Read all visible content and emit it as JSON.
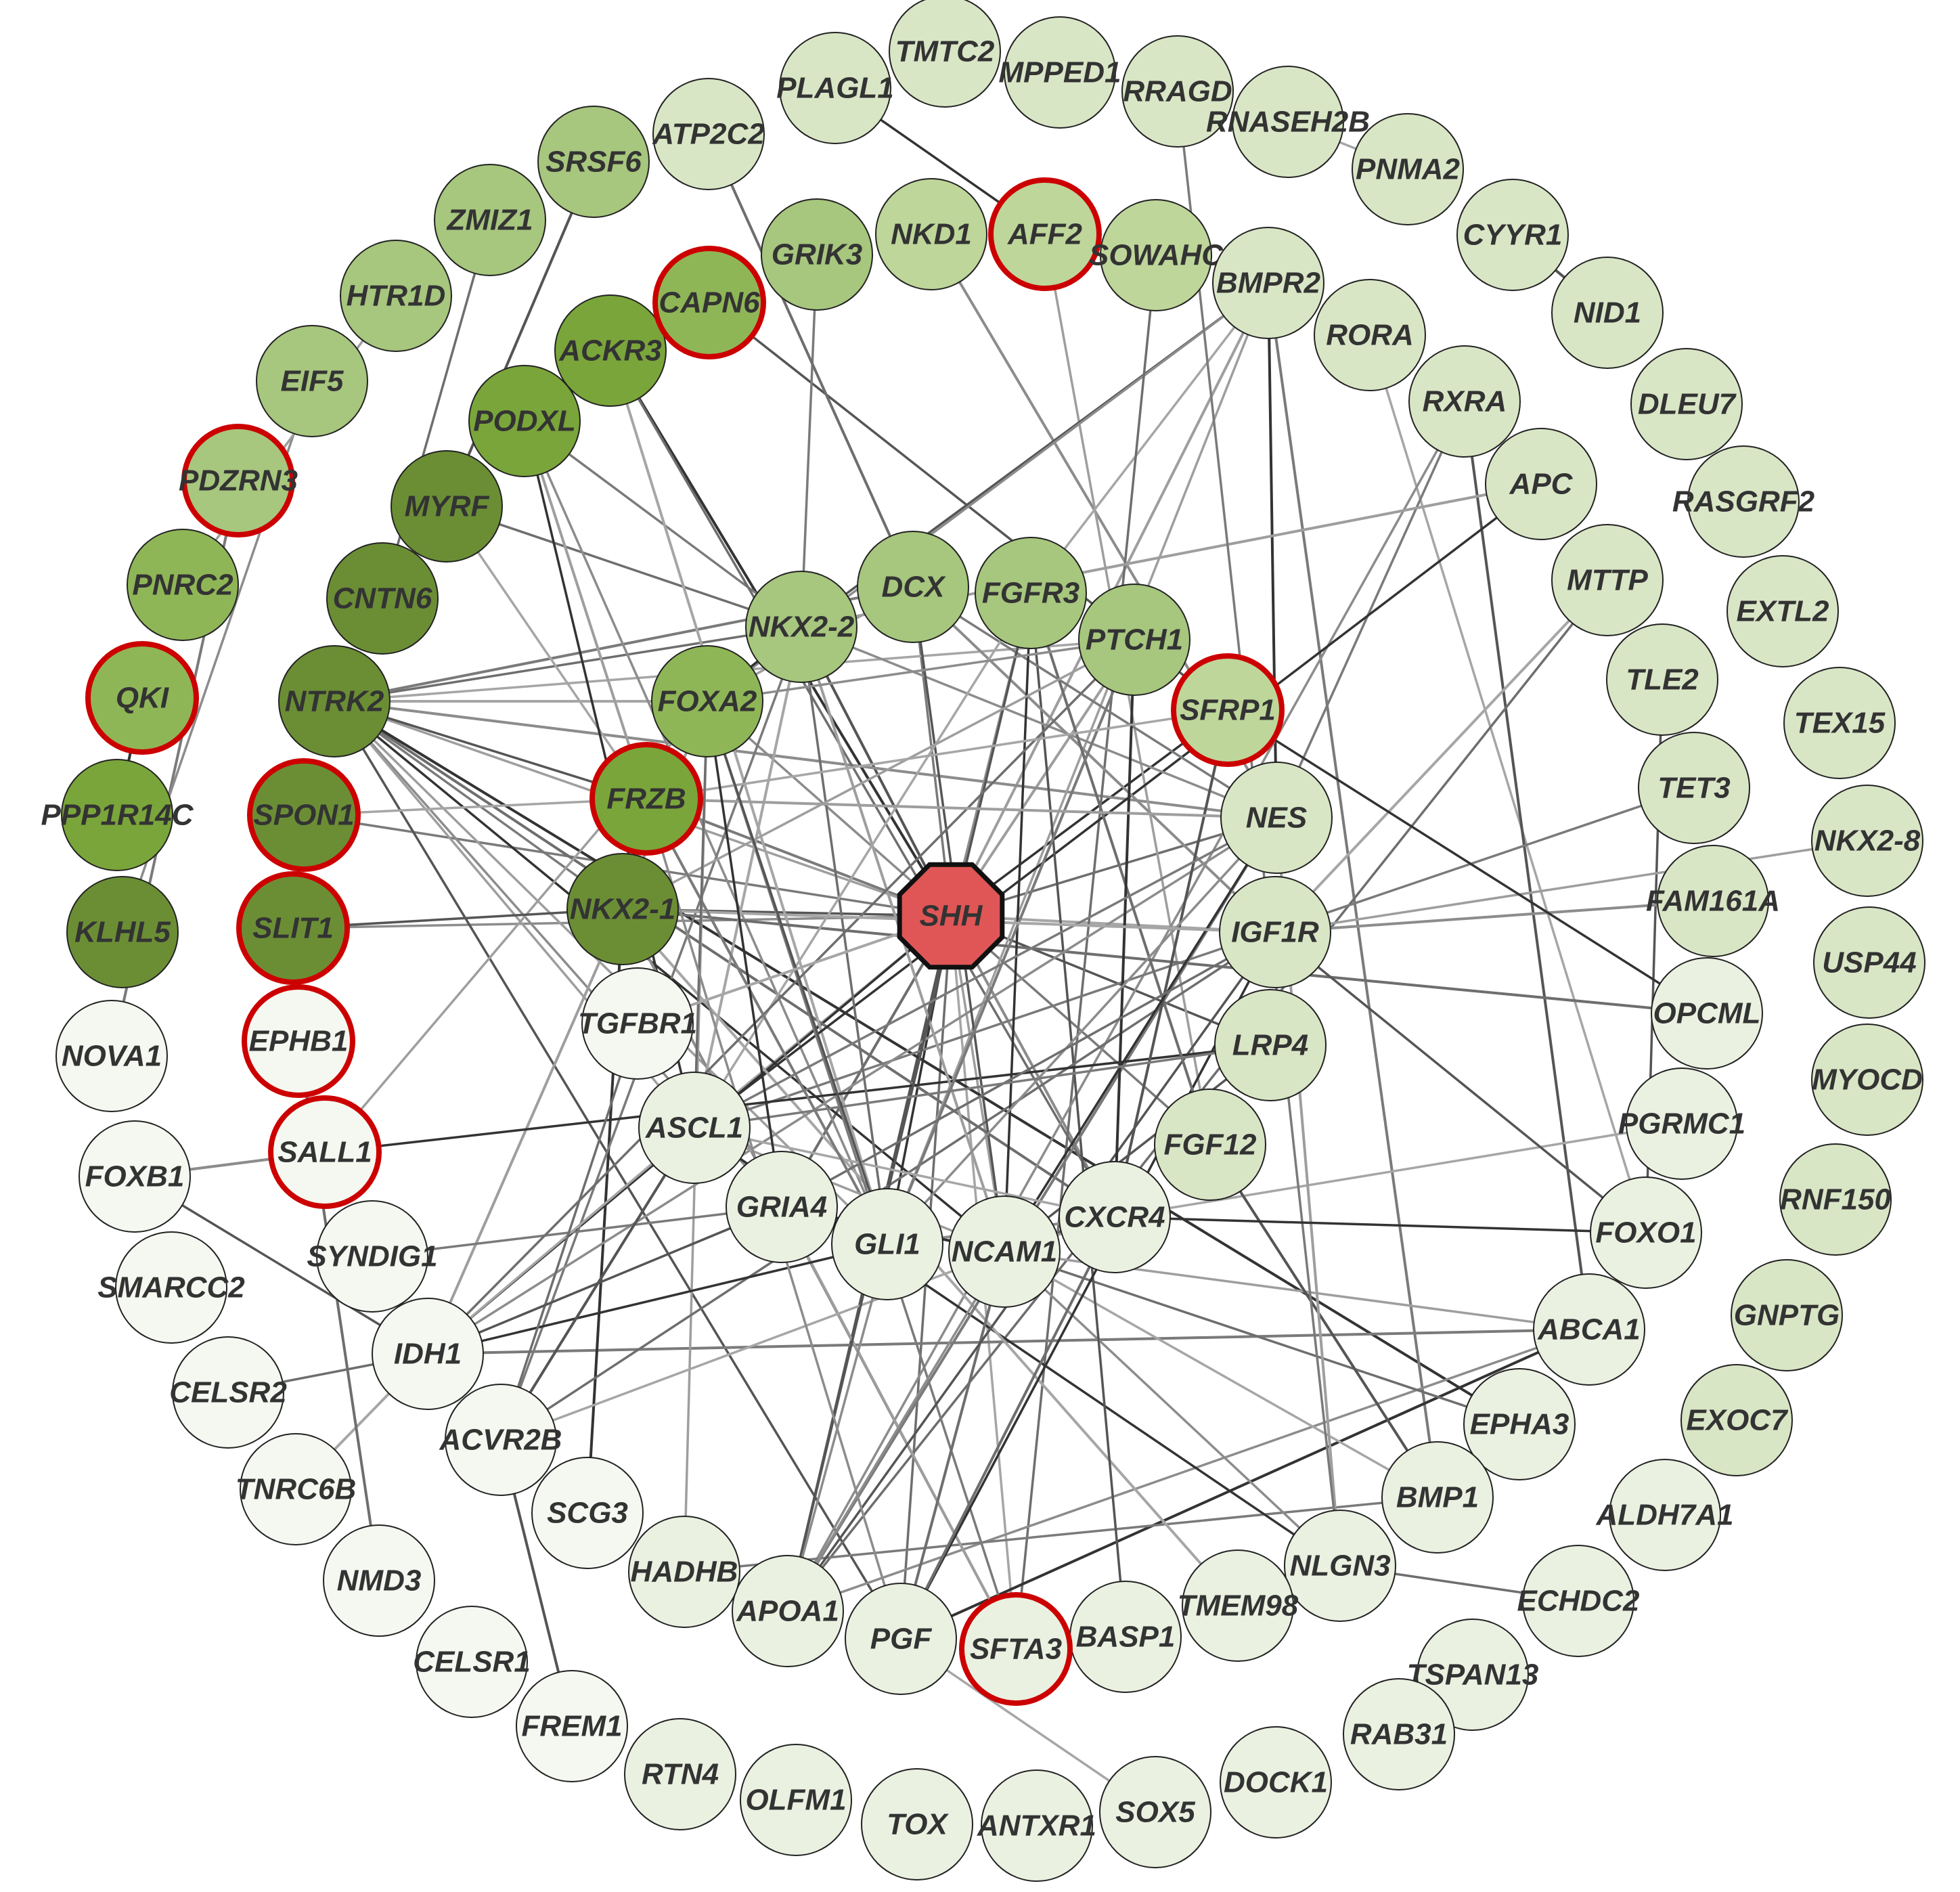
{
  "diagram": {
    "type": "gene-interaction-network",
    "center": "SHH",
    "colors": {
      "hub_fill": "#e05656",
      "ring_highlight": "#cc0000",
      "shade_darkest": "#6b8e35",
      "shade_dark": "#7aa53a",
      "shade_medium": "#8fb656",
      "shade_mid_light": "#a7c67e",
      "shade_light": "#bed69a",
      "shade_lighter": "#d9e6c6",
      "shade_palest": "#eaf1e1",
      "shade_white": "#f5f8f0"
    },
    "nodes": [
      {
        "id": "SHH",
        "shade": "hub"
      },
      {
        "id": "PLAGL1",
        "shade": "lighter"
      },
      {
        "id": "TMTC2",
        "shade": "lighter"
      },
      {
        "id": "MPPED1",
        "shade": "lighter"
      },
      {
        "id": "RRAGD",
        "shade": "lighter"
      },
      {
        "id": "RNASEH2B",
        "shade": "lighter"
      },
      {
        "id": "ATP2C2",
        "shade": "lighter"
      },
      {
        "id": "PNMA2",
        "shade": "lighter"
      },
      {
        "id": "CYYR1",
        "shade": "lighter"
      },
      {
        "id": "NID1",
        "shade": "lighter"
      },
      {
        "id": "DLEU7",
        "shade": "lighter"
      },
      {
        "id": "RASGRF2",
        "shade": "lighter"
      },
      {
        "id": "EXTL2",
        "shade": "lighter"
      },
      {
        "id": "TEX15",
        "shade": "lighter"
      },
      {
        "id": "NKX2-8",
        "shade": "lighter"
      },
      {
        "id": "USP44",
        "shade": "lighter"
      },
      {
        "id": "MYOCD",
        "shade": "lighter"
      },
      {
        "id": "RNF150",
        "shade": "lighter"
      },
      {
        "id": "GNPTG",
        "shade": "lighter"
      },
      {
        "id": "EXOC7",
        "shade": "lighter"
      },
      {
        "id": "ALDH7A1",
        "shade": "palest"
      },
      {
        "id": "ECHDC2",
        "shade": "palest"
      },
      {
        "id": "TSPAN13",
        "shade": "palest"
      },
      {
        "id": "RAB31",
        "shade": "palest"
      },
      {
        "id": "DOCK1",
        "shade": "palest"
      },
      {
        "id": "SOX5",
        "shade": "palest"
      },
      {
        "id": "ANTXR1",
        "shade": "palest"
      },
      {
        "id": "TOX",
        "shade": "palest"
      },
      {
        "id": "OLFM1",
        "shade": "palest"
      },
      {
        "id": "RTN4",
        "shade": "palest"
      },
      {
        "id": "FREM1",
        "shade": "white"
      },
      {
        "id": "CELSR1",
        "shade": "white"
      },
      {
        "id": "NMD3",
        "shade": "white"
      },
      {
        "id": "TNRC6B",
        "shade": "white"
      },
      {
        "id": "CELSR2",
        "shade": "white"
      },
      {
        "id": "SMARCC2",
        "shade": "white"
      },
      {
        "id": "FOXB1",
        "shade": "white"
      },
      {
        "id": "NOVA1",
        "shade": "white"
      },
      {
        "id": "KLHL5",
        "shade": "darkest"
      },
      {
        "id": "PPP1R14C",
        "shade": "dark"
      },
      {
        "id": "QKI",
        "shade": "medium",
        "ring": true
      },
      {
        "id": "PNRC2",
        "shade": "medium"
      },
      {
        "id": "PDZRN3",
        "shade": "mid_light",
        "ring": true
      },
      {
        "id": "EIF5",
        "shade": "mid_light"
      },
      {
        "id": "HTR1D",
        "shade": "mid_light"
      },
      {
        "id": "ZMIZ1",
        "shade": "mid_light"
      },
      {
        "id": "SRSF6",
        "shade": "mid_light"
      },
      {
        "id": "ACKR3",
        "shade": "dark"
      },
      {
        "id": "CAPN6",
        "shade": "medium",
        "ring": true
      },
      {
        "id": "GRIK3",
        "shade": "mid_light"
      },
      {
        "id": "NKD1",
        "shade": "light"
      },
      {
        "id": "AFF2",
        "shade": "light",
        "ring": true
      },
      {
        "id": "SOWAHC",
        "shade": "light"
      },
      {
        "id": "BMPR2",
        "shade": "lighter"
      },
      {
        "id": "RORA",
        "shade": "lighter"
      },
      {
        "id": "RXRA",
        "shade": "lighter"
      },
      {
        "id": "APC",
        "shade": "lighter"
      },
      {
        "id": "MTTP",
        "shade": "lighter"
      },
      {
        "id": "TLE2",
        "shade": "lighter"
      },
      {
        "id": "TET3",
        "shade": "lighter"
      },
      {
        "id": "FAM161A",
        "shade": "lighter"
      },
      {
        "id": "OPCML",
        "shade": "palest"
      },
      {
        "id": "PGRMC1",
        "shade": "palest"
      },
      {
        "id": "FOXO1",
        "shade": "palest"
      },
      {
        "id": "ABCA1",
        "shade": "palest"
      },
      {
        "id": "EPHA3",
        "shade": "palest"
      },
      {
        "id": "BMP1",
        "shade": "palest"
      },
      {
        "id": "NLGN3",
        "shade": "palest"
      },
      {
        "id": "TMEM98",
        "shade": "palest"
      },
      {
        "id": "BASP1",
        "shade": "palest"
      },
      {
        "id": "SFTA3",
        "shade": "palest",
        "ring": true
      },
      {
        "id": "PGF",
        "shade": "palest"
      },
      {
        "id": "APOA1",
        "shade": "palest"
      },
      {
        "id": "HADHB",
        "shade": "palest"
      },
      {
        "id": "SCG3",
        "shade": "white"
      },
      {
        "id": "ACVR2B",
        "shade": "white"
      },
      {
        "id": "IDH1",
        "shade": "white"
      },
      {
        "id": "SYNDIG1",
        "shade": "white"
      },
      {
        "id": "SALL1",
        "shade": "white",
        "ring": true
      },
      {
        "id": "EPHB1",
        "shade": "white",
        "ring": true
      },
      {
        "id": "SLIT1",
        "shade": "darkest",
        "ring": true
      },
      {
        "id": "SPON1",
        "shade": "darkest",
        "ring": true
      },
      {
        "id": "NTRK2",
        "shade": "darkest"
      },
      {
        "id": "CNTN6",
        "shade": "darkest"
      },
      {
        "id": "MYRF",
        "shade": "darkest"
      },
      {
        "id": "PODXL",
        "shade": "dark"
      },
      {
        "id": "NKX2-2",
        "shade": "mid_light"
      },
      {
        "id": "DCX",
        "shade": "mid_light"
      },
      {
        "id": "FGFR3",
        "shade": "mid_light"
      },
      {
        "id": "PTCH1",
        "shade": "mid_light"
      },
      {
        "id": "SFRP1",
        "shade": "light",
        "ring": true
      },
      {
        "id": "NES",
        "shade": "lighter"
      },
      {
        "id": "IGF1R",
        "shade": "lighter"
      },
      {
        "id": "LRP4",
        "shade": "lighter"
      },
      {
        "id": "FGF12",
        "shade": "lighter"
      },
      {
        "id": "CXCR4",
        "shade": "palest"
      },
      {
        "id": "NCAM1",
        "shade": "palest"
      },
      {
        "id": "GLI1",
        "shade": "palest"
      },
      {
        "id": "GRIA4",
        "shade": "palest"
      },
      {
        "id": "ASCL1",
        "shade": "palest"
      },
      {
        "id": "TGFBR1",
        "shade": "white"
      },
      {
        "id": "NKX2-1",
        "shade": "darkest"
      },
      {
        "id": "FRZB",
        "shade": "dark",
        "ring": true
      },
      {
        "id": "FOXA2",
        "shade": "medium"
      }
    ],
    "edges": [
      [
        "SHH",
        "NKX2-2"
      ],
      [
        "SHH",
        "DCX"
      ],
      [
        "SHH",
        "FGFR3"
      ],
      [
        "SHH",
        "PTCH1"
      ],
      [
        "SHH",
        "SFRP1"
      ],
      [
        "SHH",
        "NES"
      ],
      [
        "SHH",
        "IGF1R"
      ],
      [
        "SHH",
        "LRP4"
      ],
      [
        "SHH",
        "FGF12"
      ],
      [
        "SHH",
        "CXCR4"
      ],
      [
        "SHH",
        "NCAM1"
      ],
      [
        "SHH",
        "GLI1"
      ],
      [
        "SHH",
        "GRIA4"
      ],
      [
        "SHH",
        "ASCL1"
      ],
      [
        "SHH",
        "NKX2-1"
      ],
      [
        "SHH",
        "FRZB"
      ],
      [
        "SHH",
        "FOXA2"
      ],
      [
        "SHH",
        "NTRK2"
      ],
      [
        "SHH",
        "ACKR3"
      ],
      [
        "SHH",
        "PGF"
      ],
      [
        "SHH",
        "SFTA3"
      ],
      [
        "SHH",
        "APOA1"
      ],
      [
        "SHH",
        "SPON1"
      ],
      [
        "SHH",
        "SLIT1"
      ],
      [
        "SHH",
        "BMPR2"
      ],
      [
        "SHH",
        "IDH1"
      ],
      [
        "NTRK2",
        "NKX2-2"
      ],
      [
        "NTRK2",
        "FOXA2"
      ],
      [
        "NTRK2",
        "FRZB"
      ],
      [
        "NTRK2",
        "NKX2-1"
      ],
      [
        "NTRK2",
        "NES"
      ],
      [
        "NTRK2",
        "GLI1"
      ],
      [
        "NTRK2",
        "NCAM1"
      ],
      [
        "NTRK2",
        "CXCR4"
      ],
      [
        "NTRK2",
        "PTCH1"
      ],
      [
        "NTRK2",
        "PGF"
      ],
      [
        "NTRK2",
        "DCX"
      ],
      [
        "NTRK2",
        "GRIA4"
      ],
      [
        "NTRK2",
        "ASCL1"
      ],
      [
        "NTRK2",
        "EPHA3"
      ],
      [
        "MYRF",
        "NKX2-2"
      ],
      [
        "MYRF",
        "FRZB"
      ],
      [
        "MYRF",
        "SRSF6"
      ],
      [
        "PODXL",
        "NKX2-2"
      ],
      [
        "PODXL",
        "GLI1"
      ],
      [
        "PODXL",
        "FRZB"
      ],
      [
        "PODXL",
        "ASCL1"
      ],
      [
        "ACKR3",
        "CXCR4"
      ],
      [
        "ACKR3",
        "GLI1"
      ],
      [
        "CAPN6",
        "SFRP1"
      ],
      [
        "GRIK3",
        "NKX2-2"
      ],
      [
        "NKD1",
        "NES"
      ],
      [
        "AFF2",
        "FGF12"
      ],
      [
        "AFF2",
        "PLAGL1"
      ],
      [
        "ATP2C2",
        "DCX"
      ],
      [
        "BMPR2",
        "FGFR3"
      ],
      [
        "BMPR2",
        "NKX2-2"
      ],
      [
        "BMPR2",
        "BMP1"
      ],
      [
        "BMPR2",
        "FOXA2"
      ],
      [
        "BMPR2",
        "GLI1"
      ],
      [
        "BMPR2",
        "NES"
      ],
      [
        "SOWAHC",
        "SFTA3"
      ],
      [
        "RORA",
        "FOXO1"
      ],
      [
        "RXRA",
        "ABCA1"
      ],
      [
        "RXRA",
        "NES"
      ],
      [
        "RXRA",
        "APOA1"
      ],
      [
        "APC",
        "NKX2-2"
      ],
      [
        "APC",
        "ASCL1"
      ],
      [
        "MTTP",
        "APOA1"
      ],
      [
        "MTTP",
        "IGF1R"
      ],
      [
        "TLE2",
        "FOXO1"
      ],
      [
        "TET3",
        "ASCL1"
      ],
      [
        "FAM161A",
        "IGF1R"
      ],
      [
        "NKX2-8",
        "IGF1R"
      ],
      [
        "OPCML",
        "SFRP1"
      ],
      [
        "OPCML",
        "NKX2-1"
      ],
      [
        "PGRMC1",
        "CXCR4"
      ],
      [
        "FOXO1",
        "IGF1R"
      ],
      [
        "ABCA1",
        "IDH1"
      ],
      [
        "ABCA1",
        "APOA1"
      ],
      [
        "ABCA1",
        "NCAM1"
      ],
      [
        "ABCA1",
        "PGF"
      ],
      [
        "EPHA3",
        "NCAM1"
      ],
      [
        "BMP1",
        "NCAM1"
      ],
      [
        "BMP1",
        "FGF12"
      ],
      [
        "BMP1",
        "HADHB"
      ],
      [
        "NLGN3",
        "NCAM1"
      ],
      [
        "NLGN3",
        "NES"
      ],
      [
        "NLGN3",
        "ASCL1"
      ],
      [
        "NLGN3",
        "ECHDC2"
      ],
      [
        "TMEM98",
        "NKX2-1"
      ],
      [
        "BASP1",
        "FGFR3"
      ],
      [
        "SFTA3",
        "FOXA2"
      ],
      [
        "SFTA3",
        "NKX2-1"
      ],
      [
        "SFTA3",
        "GRIA4"
      ],
      [
        "PGF",
        "IGF1R"
      ],
      [
        "PGF",
        "NCAM1"
      ],
      [
        "PGF",
        "SOX5"
      ],
      [
        "APOA1",
        "IGF1R"
      ],
      [
        "APOA1",
        "NES"
      ],
      [
        "APOA1",
        "NCAM1"
      ],
      [
        "HADHB",
        "FOXA2"
      ],
      [
        "SCG3",
        "NKX2-1"
      ],
      [
        "ACVR2B",
        "IGF1R"
      ],
      [
        "ACVR2B",
        "NCAM1"
      ],
      [
        "ACVR2B",
        "FREM1"
      ],
      [
        "ACVR2B",
        "NKX2-2"
      ],
      [
        "IDH1",
        "NES"
      ],
      [
        "IDH1",
        "NKX2-1"
      ],
      [
        "IDH1",
        "GLI1"
      ],
      [
        "IDH1",
        "CELSR2"
      ],
      [
        "IDH1",
        "TNRC6B"
      ],
      [
        "IDH1",
        "FOXB1"
      ],
      [
        "SYNDIG1",
        "GRIA4"
      ],
      [
        "SALL1",
        "FOXB1"
      ],
      [
        "SALL1",
        "FOXA2"
      ],
      [
        "SALL1",
        "LRP4"
      ],
      [
        "EPHB1",
        "NMD3"
      ],
      [
        "SPON1",
        "FRZB"
      ],
      [
        "SLIT1",
        "NKX2-1"
      ],
      [
        "NOVA1",
        "PDZRN3"
      ],
      [
        "KLHL5",
        "EIF5"
      ],
      [
        "PNRC2",
        "HTR1D"
      ],
      [
        "QKI",
        "PPP1R14C"
      ],
      [
        "ZMIZ1",
        "CNTN6"
      ],
      [
        "PNMA2",
        "RNASEH2B"
      ],
      [
        "CYYR1",
        "NID1"
      ],
      [
        "RRAGD",
        "NLGN3"
      ],
      [
        "NKX2-2",
        "NES"
      ],
      [
        "NKX2-2",
        "NCAM1"
      ],
      [
        "NKX2-2",
        "FOXA2"
      ],
      [
        "NKX2-2",
        "GLI1"
      ],
      [
        "NKX2-2",
        "ASCL1"
      ],
      [
        "DCX",
        "NCAM1"
      ],
      [
        "DCX",
        "NES"
      ],
      [
        "DCX",
        "IGF1R"
      ],
      [
        "DCX",
        "FOXA2"
      ],
      [
        "FGFR3",
        "NCAM1"
      ],
      [
        "FGFR3",
        "FGF12"
      ],
      [
        "FGFR3",
        "ASCL1"
      ],
      [
        "FGFR3",
        "APOA1"
      ],
      [
        "PTCH1",
        "GLI1"
      ],
      [
        "PTCH1",
        "FOXA2"
      ],
      [
        "PTCH1",
        "NKX2-1"
      ],
      [
        "PTCH1",
        "CXCR4"
      ],
      [
        "PTCH1",
        "IDH1"
      ],
      [
        "SFRP1",
        "FRZB"
      ],
      [
        "SFRP1",
        "CXCR4"
      ],
      [
        "NES",
        "ASCL1"
      ],
      [
        "NES",
        "GLI1"
      ],
      [
        "NES",
        "FRZB"
      ],
      [
        "NES",
        "NCAM1"
      ],
      [
        "IGF1R",
        "GRIA4"
      ],
      [
        "IGF1R",
        "NKX2-1"
      ],
      [
        "LRP4",
        "NCAM1"
      ],
      [
        "LRP4",
        "ASCL1"
      ],
      [
        "CXCR4",
        "GLI1"
      ],
      [
        "CXCR4",
        "NCAM1"
      ],
      [
        "CXCR4",
        "FOXO1"
      ],
      [
        "CXCR4",
        "PGF"
      ],
      [
        "CXCR4",
        "ASCL1"
      ],
      [
        "GLI1",
        "FOXA2"
      ],
      [
        "GLI1",
        "FRZB"
      ],
      [
        "GLI1",
        "APOA1"
      ],
      [
        "NCAM1",
        "ASCL1"
      ],
      [
        "NCAM1",
        "GRIA4"
      ],
      [
        "ASCL1",
        "FOXA2"
      ],
      [
        "ASCL1",
        "IDH1"
      ],
      [
        "ASCL1",
        "ACVR2B"
      ],
      [
        "FRZB",
        "NKX2-1"
      ],
      [
        "FRZB",
        "PGF"
      ],
      [
        "FOXA2",
        "NKX2-1"
      ],
      [
        "FOXA2",
        "GRIA4"
      ],
      [
        "TGFBR1",
        "ACVR2B"
      ],
      [
        "TGFBR1",
        "SHH"
      ],
      [
        "GRIA4",
        "IDH1"
      ]
    ]
  }
}
